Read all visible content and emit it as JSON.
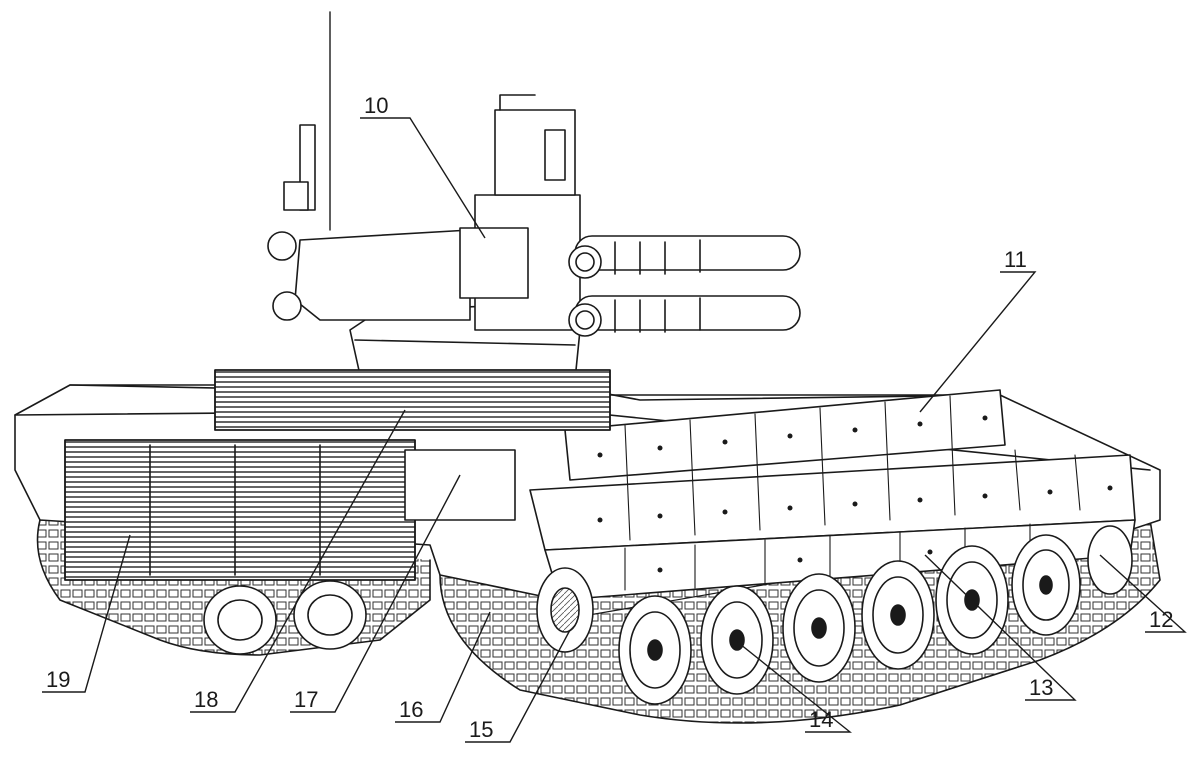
{
  "diagram": {
    "labels": [
      {
        "id": "10",
        "text": "10"
      },
      {
        "id": "11",
        "text": "11"
      },
      {
        "id": "12",
        "text": "12"
      },
      {
        "id": "13",
        "text": "13"
      },
      {
        "id": "14",
        "text": "14"
      },
      {
        "id": "15",
        "text": "15"
      },
      {
        "id": "16",
        "text": "16"
      },
      {
        "id": "17",
        "text": "17"
      },
      {
        "id": "18",
        "text": "18"
      },
      {
        "id": "19",
        "text": "19"
      }
    ]
  },
  "colors": {
    "ink": "#1a1a1a",
    "paper": "#ffffff",
    "shade": "#e9e9e9"
  }
}
